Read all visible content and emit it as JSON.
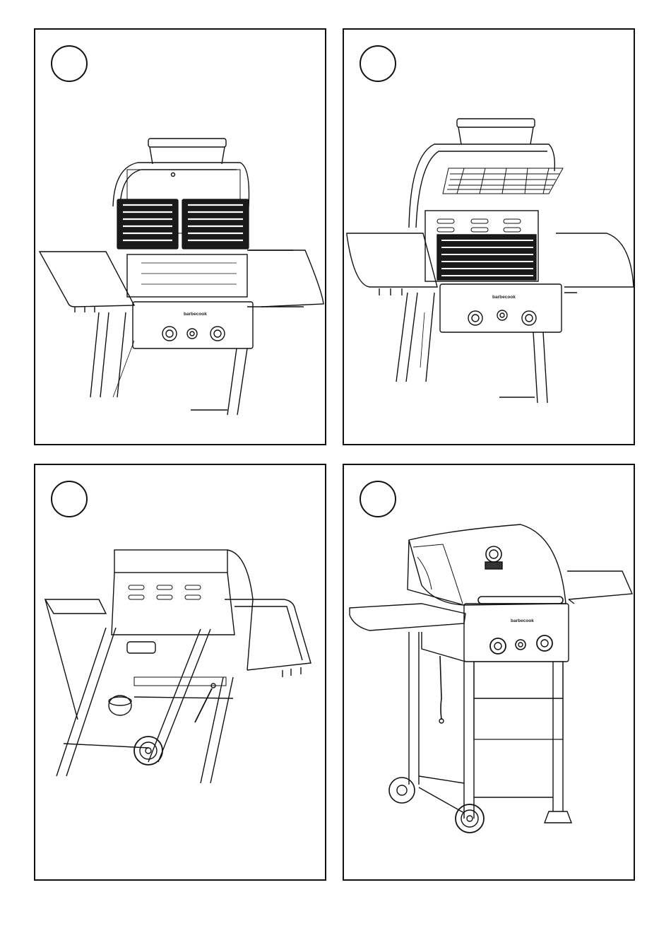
{
  "steps": [
    {
      "id": "step-a",
      "number": "",
      "brand_label": "barbecook",
      "illustration": "grill-open-cooking-grates"
    },
    {
      "id": "step-b",
      "number": "",
      "brand_label": "barbecook",
      "illustration": "grill-open-warming-rack"
    },
    {
      "id": "step-c",
      "number": "",
      "brand_label": "",
      "illustration": "grill-rear-underside-view"
    },
    {
      "id": "step-d",
      "number": "",
      "brand_label": "barbecook",
      "illustration": "grill-assembled-closed"
    }
  ]
}
